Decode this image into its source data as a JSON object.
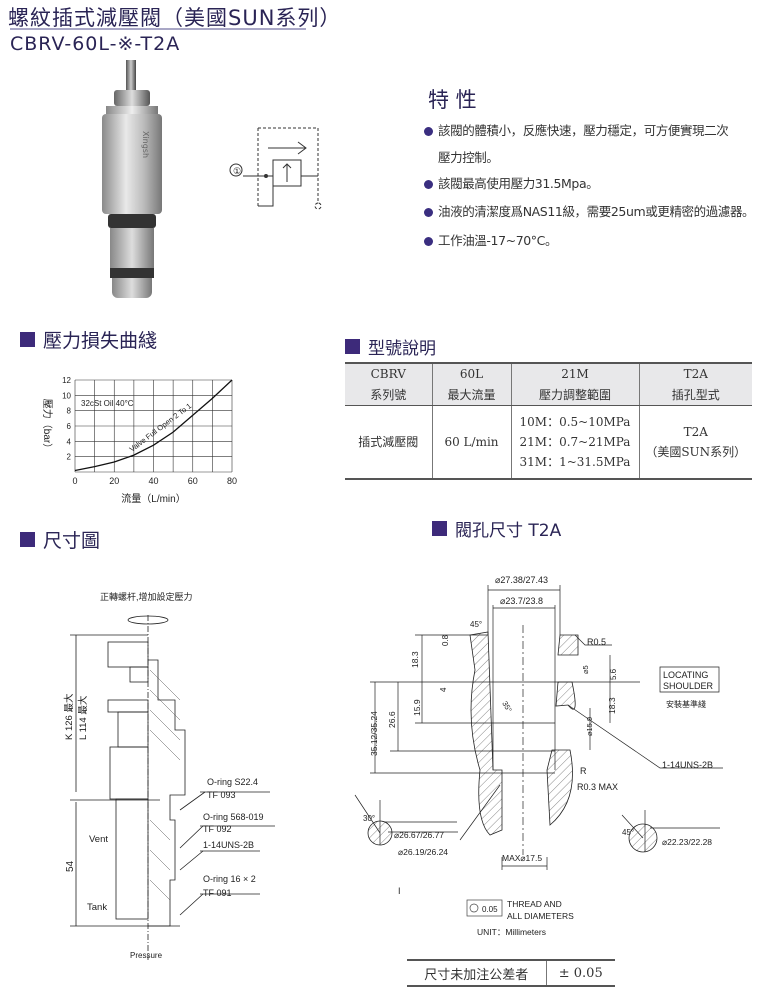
{
  "header": {
    "title": "螺紋插式減壓閥（美國SUN系列）",
    "model": "CBRV-60L-※-T2A"
  },
  "features": {
    "heading": "特 性",
    "items": [
      "該閥的體積小，反應快速，壓力穩定，可方便實現二次",
      "壓力控制。",
      "該閥最高使用壓力31.5Mpa。",
      "油液的清潔度爲NAS11級，需要25um或更精密的過濾器。",
      "工作油溫-17~70°C。"
    ]
  },
  "product_photo": {
    "brand_mark": "Xingsh"
  },
  "symbol": {
    "port_label": "①"
  },
  "sections": {
    "curve": "壓力損失曲綫",
    "model_desc": "型號說明",
    "dimensions": "尺寸圖",
    "cavity": "閥孔尺寸 T2A"
  },
  "chart_data": {
    "type": "line",
    "title": "",
    "xlabel": "流量（L/min）",
    "ylabel": "壓力（bar）",
    "xlim": [
      0,
      80
    ],
    "ylim": [
      0,
      12
    ],
    "xticks": [
      0,
      20,
      40,
      60,
      80
    ],
    "yticks": [
      2,
      4,
      6,
      8,
      10,
      12
    ],
    "grid": true,
    "annotations": [
      "32cSt Oil 40°C",
      "Valve Full Open 2 To 1"
    ],
    "series": [
      {
        "name": "Valve Full Open 2 To 1",
        "x": [
          0,
          10,
          20,
          30,
          40,
          50,
          60,
          70,
          80
        ],
        "y": [
          0.2,
          0.7,
          1.3,
          2.2,
          3.5,
          5.2,
          7.4,
          9.6,
          12
        ]
      }
    ]
  },
  "spec_table": {
    "codes": [
      "CBRV",
      "60L",
      "21M",
      "T2A"
    ],
    "headers": [
      "系列號",
      "最大流量",
      "壓力調整範圍",
      "插孔型式"
    ],
    "row": {
      "type": "插式減壓閥",
      "flow": "60 L/min",
      "ranges": [
        "10M：0.5~10MPa",
        "21M：0.7~21MPa",
        "31M：1~31.5MPa"
      ],
      "cavity": [
        "T2A",
        "（美國SUN系列）"
      ]
    }
  },
  "dim_drawing": {
    "note": "正轉螺杆,增加設定壓力",
    "k": "K 126 最大",
    "l": "L 114 最大",
    "len": "54",
    "vent": "Vent",
    "tank": "Tank",
    "pressure": "Pressure",
    "callouts": [
      "O-ring S22.4",
      "TF 093",
      "O-ring 568-019",
      "TF 092",
      "1-14UNS-2B",
      "O-ring 16 × 2",
      "TF 091"
    ]
  },
  "cavity_drawing": {
    "d1": "⌀27.38/27.43",
    "d2": "⌀23.7/23.8",
    "a45": "45°",
    "h08": "0.8",
    "r05": "R0.5",
    "h183a": "18.3",
    "locating": [
      "LOCATING",
      "SHOULDER"
    ],
    "datum": "安裝基準綫",
    "h56": "5.6",
    "d5": "⌀5",
    "h4": "4",
    "h159": "15.9",
    "a35": "35°",
    "h183b": "18.3",
    "h266": "26.6",
    "h3512": "35.12/35.24",
    "d159": "⌀15.9",
    "thread": "1-14UNS-2B",
    "r": "R",
    "r03": "R0.3 MAX",
    "a30": "30°",
    "d2667": "⌀26.67/26.77",
    "d2619": "⌀26.19/26.24",
    "dmax": "MAX⌀17.5",
    "a45b": "45°",
    "d2223": "⌀22.23/22.28",
    "detail": "I",
    "tol_val": "0.05",
    "thread_note": [
      "THREAD AND",
      "ALL DIAMETERS"
    ],
    "unit": "UNIT：Millimeters"
  },
  "tolerance": {
    "label": "尺寸未加注公差者",
    "value": "± 0.05"
  }
}
